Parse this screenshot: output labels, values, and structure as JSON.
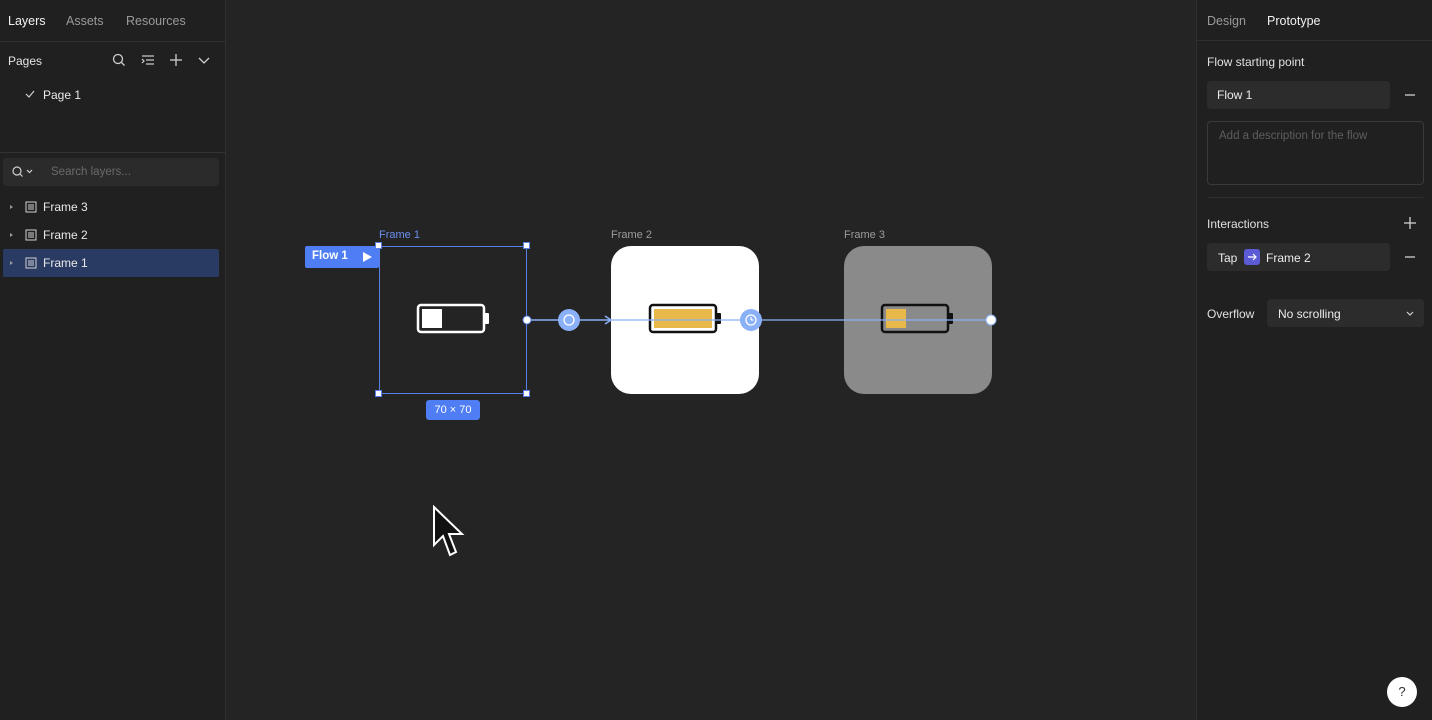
{
  "left_panel": {
    "tabs": [
      "Layers",
      "Assets",
      "Resources"
    ],
    "pages_title": "Pages",
    "page": "Page 1",
    "search_placeholder": "Search layers...",
    "layers": [
      "Frame 3",
      "Frame 2",
      "Frame 1"
    ]
  },
  "canvas": {
    "frames": [
      "Frame 1",
      "Frame 2",
      "Frame 3"
    ],
    "flow_badge": "Flow 1",
    "size_label": "70 × 70"
  },
  "right_panel": {
    "tabs": [
      "Design",
      "Prototype"
    ],
    "flow_section_title": "Flow starting point",
    "flow_name": "Flow 1",
    "description_placeholder": "Add a description for the flow",
    "interactions_title": "Interactions",
    "interaction": {
      "trigger": "Tap",
      "destination": "Frame 2"
    },
    "overflow_label": "Overflow",
    "overflow_value": "No scrolling"
  },
  "help_label": "?",
  "colors": {
    "accent": "#4f7df3",
    "battery_fill": "#e8b84a",
    "selection": "#2a3b63"
  }
}
